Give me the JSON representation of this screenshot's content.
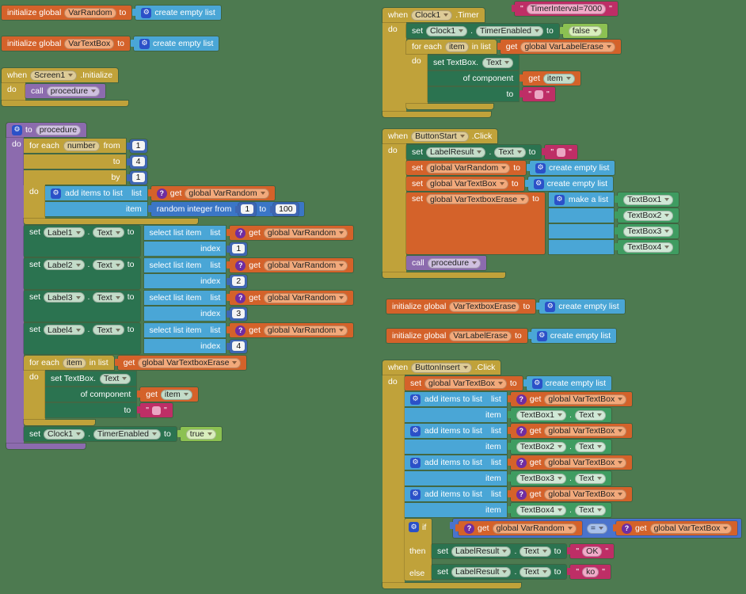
{
  "colors": {
    "canvas": "#4d7a50",
    "variables_orange": "#d4622a",
    "events_control_gold": "#c0a23a",
    "lists_blue": "#4aa6d6",
    "math_blue": "#3b76c6",
    "math_number_block": "#3f66b2",
    "component_set_green": "#2b7350",
    "component_value_green": "#3f9c61",
    "logic_green": "#8cc152",
    "compare_blue": "#4a73cc",
    "procedures_purple": "#8c6bae",
    "text_magenta": "#be2e66",
    "gear_badge_blue": "#2b51c8",
    "warning_badge_purple": "#702da0"
  },
  "icons": {
    "gear": "⚙",
    "question": "?",
    "quote": "\""
  },
  "kw": {
    "initialize_global": "initialize global",
    "to": "to",
    "when": "when",
    "do": "do",
    "set": "set",
    "get": "get",
    "call": "call",
    "for_each": "for each",
    "from": "from",
    "by": "by",
    "in_list": "in list",
    "if": "if",
    "then": "then",
    "else": "else",
    "list": "list",
    "item": "item",
    "index": "index",
    "dot": ".",
    "of_component": "of component",
    "create_empty_list": "create empty list",
    "add_items_to_list": "add items to list",
    "select_list_item": "select list item",
    "make_a_list": "make a list",
    "random_integer_from": "random integer from",
    "eq": "="
  },
  "vars": {
    "random": "VarRandom",
    "textbox": "VarTextBox",
    "textbox_erase": "VarTextboxErase",
    "label_erase": "VarLabelErase",
    "g_random": "global VarRandom",
    "g_textbox": "global VarTextBox",
    "g_textbox_erase": "global VarTextboxErase",
    "g_label_erase": "global VarLabelErase"
  },
  "loop": {
    "number": "number",
    "item": "item"
  },
  "proc": {
    "name": "procedure"
  },
  "events": {
    "screen1": {
      "comp": "Screen1",
      "evt": ".Initialize"
    },
    "clock": {
      "comp": "Clock1",
      "evt": ".Timer"
    },
    "start": {
      "comp": "ButtonStart",
      "evt": ".Click"
    },
    "insert": {
      "comp": "ButtonInsert",
      "evt": ".Click"
    }
  },
  "props": {
    "text": "Text",
    "timer_enabled": "TimerEnabled",
    "set_textbox_label": "set TextBox."
  },
  "comps": {
    "clock": "Clock1",
    "label_result": "LabelResult",
    "labels": [
      "Label1",
      "Label2",
      "Label3",
      "Label4"
    ],
    "textboxes": [
      "TextBox1",
      "TextBox2",
      "TextBox3",
      "TextBox4"
    ]
  },
  "values": {
    "true": "true",
    "false": "false",
    "ok": "OK",
    "ko": "ko",
    "empty": "",
    "timer_note": "TimerInterval=7000",
    "loop_from": "1",
    "loop_to": "4",
    "loop_by": "1",
    "rand_from": "1",
    "rand_to": "100",
    "indexes": [
      "1",
      "2",
      "3",
      "4"
    ]
  }
}
